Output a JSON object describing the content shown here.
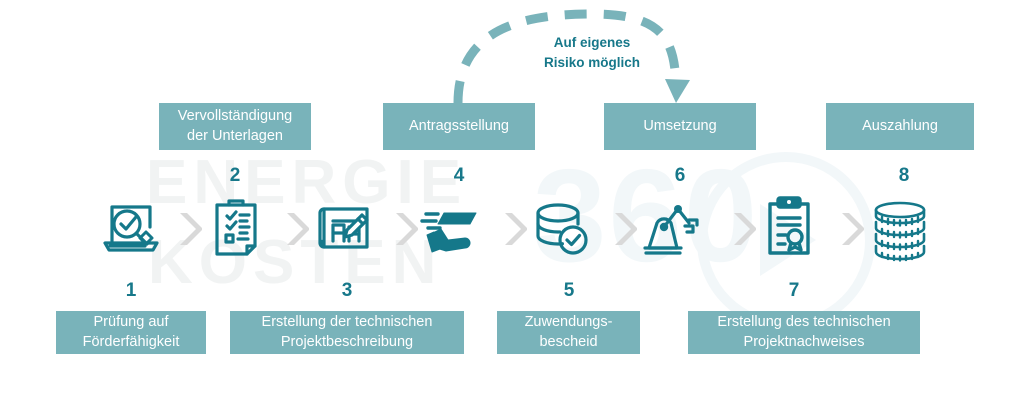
{
  "watermark": {
    "line1": "ENERGIE",
    "line2": "KOSTEN",
    "badge": "360"
  },
  "arc": {
    "label_line1": "Auf eigenes",
    "label_line2": "Risiko möglich",
    "from": "Antragsstellung",
    "to": "Umsetzung",
    "style": "dashed",
    "color": "#79b3ba"
  },
  "colors": {
    "box_fill": "#79b3ba",
    "box_text": "#ffffff",
    "number": "#17788a",
    "icon": "#15788a",
    "chevron": "#d9d9d9",
    "watermark_gray": "#f1f3f3",
    "watermark_blue": "#f2f7f9",
    "background": "#ffffff"
  },
  "steps": [
    {
      "number": "1",
      "label": "Prüfung auf\nFörderfähigkeit",
      "label_line1": "Prüfung auf",
      "label_line2": "Förderfähigkeit",
      "position": "below",
      "icon": "laptop-magnifier-check-icon"
    },
    {
      "number": "2",
      "label": "Vervollständigung\nder Unterlagen",
      "label_line1": "Vervollständigung",
      "label_line2": "der Unterlagen",
      "position": "above",
      "icon": "clipboard-checklist-icon"
    },
    {
      "number": "3",
      "label": "Erstellung der technischen\nProjektbeschreibung",
      "label_line1": "Erstellung der technischen",
      "label_line2": "Projektbeschreibung",
      "position": "below",
      "icon": "blueprint-pencil-icon"
    },
    {
      "number": "4",
      "label": "Antragsstellung",
      "label_line1": "Antragsstellung",
      "label_line2": "",
      "position": "above",
      "icon": "hand-offering-document-icon"
    },
    {
      "number": "5",
      "label": "Zuwendungs-\nbescheid",
      "label_line1": "Zuwendungs-",
      "label_line2": "bescheid",
      "position": "below",
      "icon": "funds-approved-check-icon"
    },
    {
      "number": "6",
      "label": "Umsetzung",
      "label_line1": "Umsetzung",
      "label_line2": "",
      "position": "above",
      "icon": "robotic-arm-icon"
    },
    {
      "number": "7",
      "label": "Erstellung des technischen\nProjektnachweises",
      "label_line1": "Erstellung des technischen",
      "label_line2": "Projektnachweises",
      "position": "below",
      "icon": "clipboard-certificate-icon"
    },
    {
      "number": "8",
      "label": "Auszahlung",
      "label_line1": "Auszahlung",
      "label_line2": "",
      "position": "above",
      "icon": "coin-stack-icon"
    }
  ]
}
